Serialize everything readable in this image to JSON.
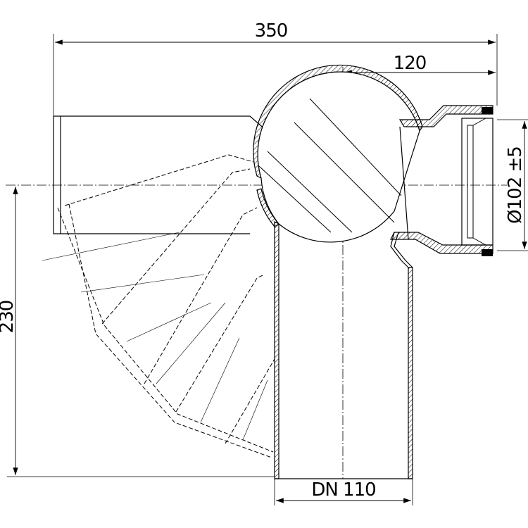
{
  "dimensions": {
    "overall_width": "350",
    "outlet_offset": "120",
    "outlet_diameter": "Ø102 ±5",
    "height": "230",
    "nominal_diameter": "DN 110"
  }
}
